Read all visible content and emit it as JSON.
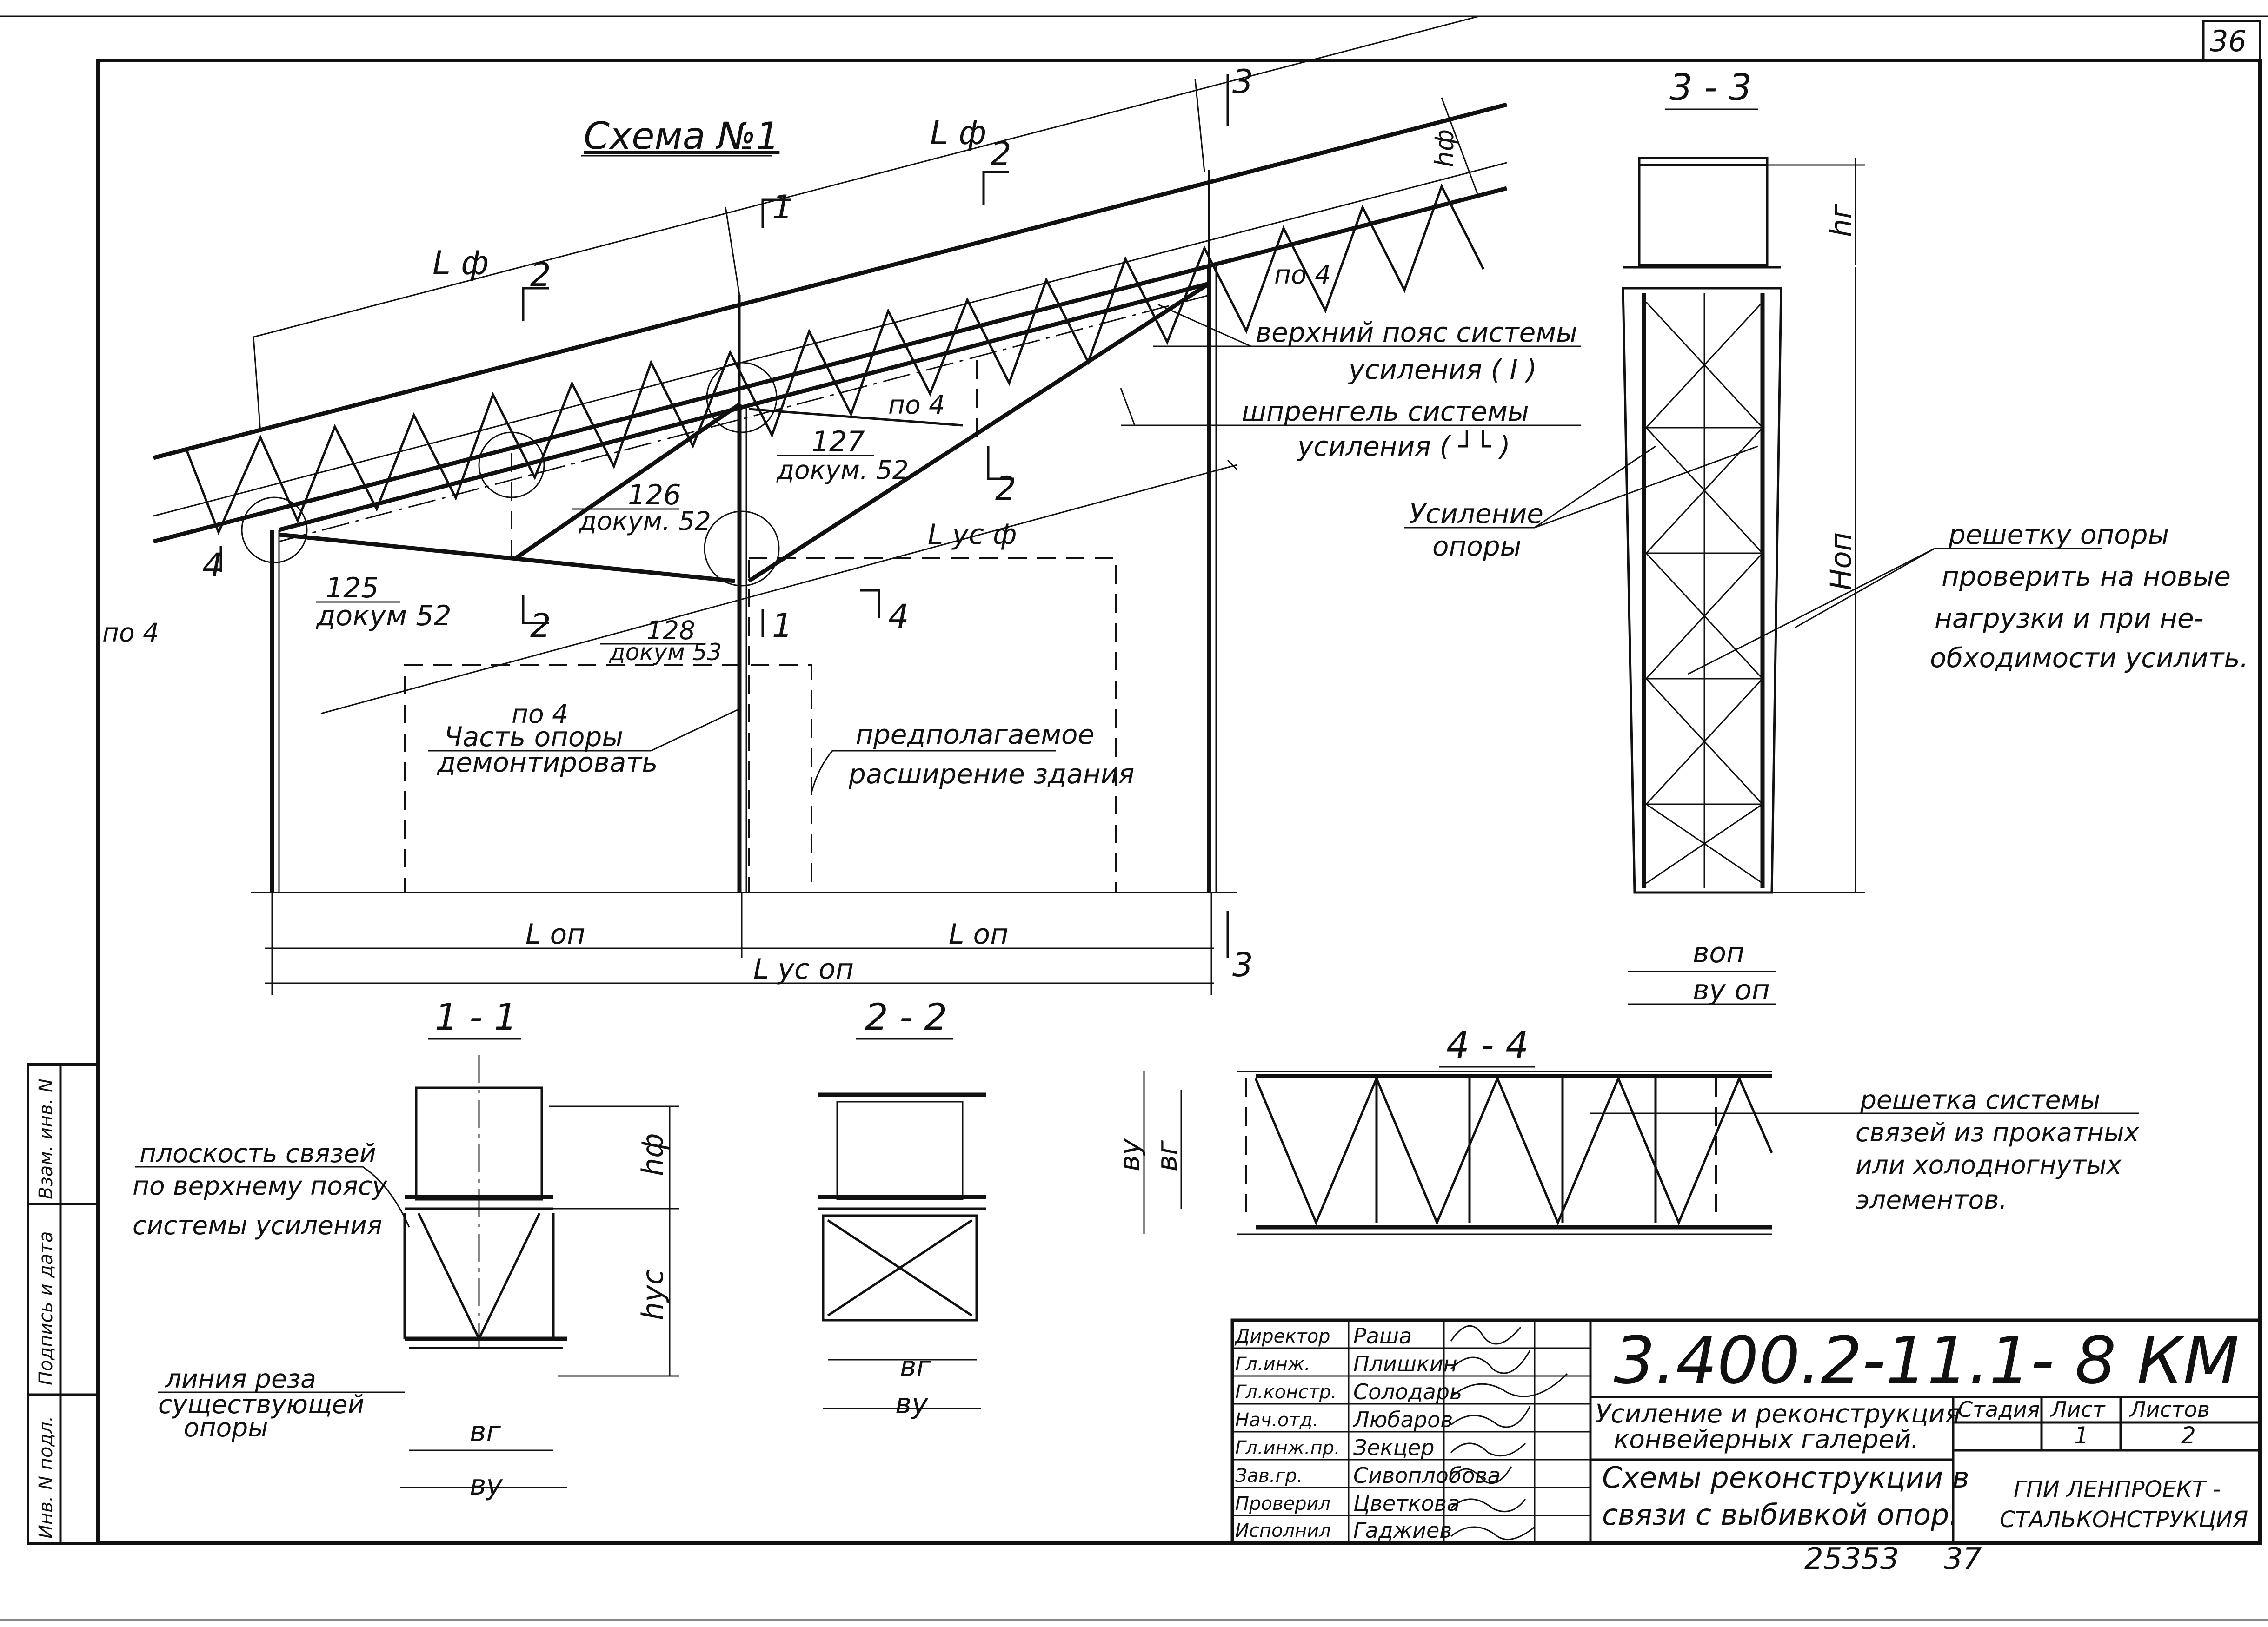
{
  "sheet": {
    "number": "36",
    "archive_number": "25353",
    "archive_page": "37"
  },
  "scheme": {
    "title": "Схема №1",
    "labels": {
      "lf_top1": "L ф",
      "lf_top2": "L ф",
      "lf_yc": "L ус ф",
      "hf": "hф",
      "sec3_top": "3",
      "sec3_bot": "3",
      "sec1_a": "1",
      "sec1_b": "1",
      "sec2_a": "2",
      "sec2_b": "2",
      "sec2_c": "2",
      "sec2_d": "2",
      "sec4_a": "4",
      "sec4_b": "4",
      "po4_a": "по 4",
      "po4_b": "по 4",
      "po4_c": "по 4",
      "po4_d": "по 4",
      "lop1": "L оп",
      "lop2": "L оп",
      "lop_yc": "L ус оп"
    },
    "node_refs": [
      {
        "num": "125",
        "doc": "докум 52"
      },
      {
        "num": "126",
        "doc": "докум. 52"
      },
      {
        "num": "127",
        "doc": "докум. 52"
      },
      {
        "num": "128",
        "doc": "докум 53"
      }
    ],
    "callouts": {
      "upper_chord": [
        "верхний пояс системы",
        "усиления ( I )"
      ],
      "sprengel": [
        "шпренгель системы",
        "усиления ( ┘└ )"
      ],
      "part_demount": [
        "Часть опоры",
        "демонтировать"
      ],
      "expansion": [
        "предполагаемое",
        "расширение здания"
      ],
      "support_reinf": [
        "Усиление",
        "опоры"
      ],
      "lattice_check": [
        "решетку опоры",
        "проверить на новые",
        "нагрузки и при не-",
        "обходимости усилить."
      ],
      "bracing_lattice": [
        "решетка системы",
        "связей из прокатных",
        "или холодногнутых",
        "элементов."
      ],
      "bracing_plane": [
        "плоскость связей",
        "по верхнему поясу",
        "системы усиления"
      ],
      "cut_line": [
        "линия реза",
        "существующей",
        "опоры"
      ]
    }
  },
  "sections": {
    "s11": {
      "title": "1 - 1",
      "hf": "hф",
      "hyc": "hус",
      "br": "вг",
      "by": "ву"
    },
    "s22": {
      "title": "2 - 2",
      "br": "вг",
      "by": "ву"
    },
    "s33": {
      "title": "3 - 3",
      "hr": "hг",
      "hop": "Hоп",
      "bop": "вoп",
      "by_op": "ву оп"
    },
    "s44": {
      "title": "4 - 4",
      "by": "ву",
      "br": "вг"
    }
  },
  "side_stamp": [
    "Инв. N подл.",
    "Подпись и дата",
    "Взам. инв. N"
  ],
  "title_block": {
    "code": "3.400.2-11.1- 8  КМ",
    "roles": [
      {
        "role": "Директор",
        "name": "Раша"
      },
      {
        "role": "Гл.инж.",
        "name": "Плишкин"
      },
      {
        "role": "Гл.констр.",
        "name": "Солодарь"
      },
      {
        "role": "Нач.отд.",
        "name": "Любаров"
      },
      {
        "role": "Гл.инж.пр.",
        "name": "Зекцер"
      },
      {
        "role": "Зав.гр.",
        "name": "Сивоплобова"
      },
      {
        "role": "Проверил",
        "name": "Цветкова"
      },
      {
        "role": "Исполнил",
        "name": "Гаджиев"
      }
    ],
    "subject": [
      "Усиление и реконструкция",
      "конвейерных галерей."
    ],
    "sheet_title": [
      "Схемы реконструкции в",
      "связи с выбивкой опор."
    ],
    "stage_label": "Стадия",
    "sheet_label": "Лист",
    "sheets_label": "Листов",
    "stage": "",
    "sheet": "1",
    "sheets": "2",
    "org": [
      "ГПИ ЛЕНПРОЕКТ -",
      "СТАЛЬКОНСТРУКЦИЯ"
    ]
  }
}
